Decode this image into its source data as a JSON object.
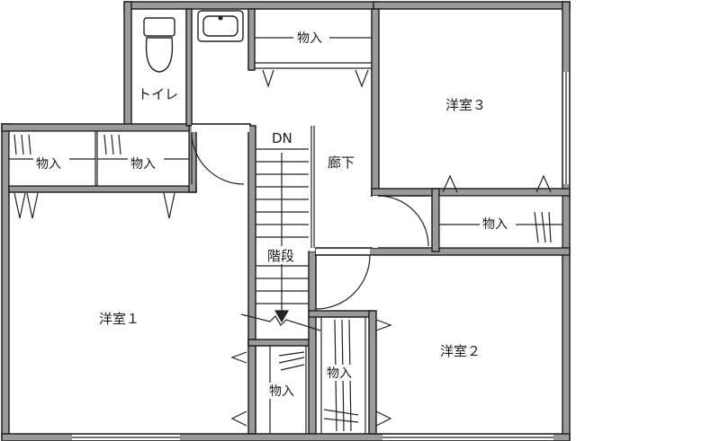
{
  "labels": {
    "toilet": "トイレ",
    "storage": "物入",
    "corridor": "廊下",
    "down": "DN",
    "stairs": "階段",
    "room1": "洋室１",
    "room2": "洋室２",
    "room3": "洋室３"
  },
  "colors": {
    "wall_fill": "#9a9a9a",
    "line": "#222222",
    "background": "#ffffff"
  }
}
